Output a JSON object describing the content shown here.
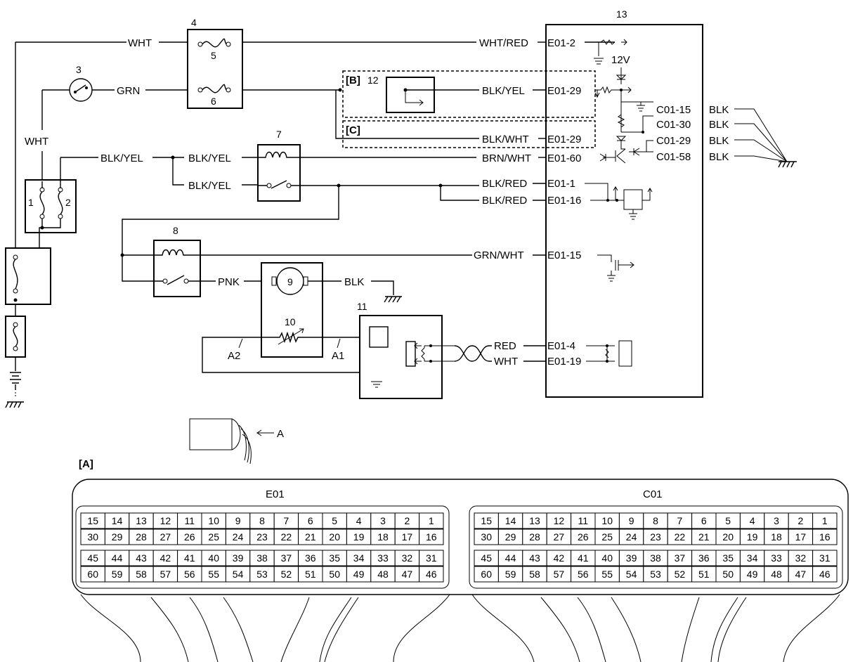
{
  "diagram": {
    "components": {
      "c1": "1",
      "c2": "2",
      "c3": "3",
      "c4": "4",
      "c5": "5",
      "c6": "6",
      "c7": "7",
      "c8": "8",
      "c9": "9",
      "c10": "10",
      "c11": "11",
      "c12": "12",
      "c13": "13"
    },
    "regions": {
      "b": "[B]",
      "c": "[C]",
      "a": "[A]"
    },
    "voltage": "12V",
    "connector_pointer": "A",
    "wires": {
      "wht_top": "WHT",
      "grn": "GRN",
      "wht_left": "WHT",
      "blk_yel_1": "BLK/YEL",
      "blk_yel_2": "BLK/YEL",
      "blk_yel_3": "BLK/YEL",
      "wht_red": "WHT/RED",
      "blk_yel_4": "BLK/YEL",
      "blk_wht": "BLK/WHT",
      "brn_wht": "BRN/WHT",
      "blk_red_1": "BLK/RED",
      "blk_red_2": "BLK/RED",
      "grn_wht": "GRN/WHT",
      "pnk": "PNK",
      "blk_motor": "BLK",
      "red": "RED",
      "wht_sensor": "WHT",
      "a1": "A1",
      "a2": "A2"
    },
    "pins": {
      "e01_2": "E01-2",
      "e01_29a": "E01-29",
      "e01_29b": "E01-29",
      "e01_60": "E01-60",
      "e01_1": "E01-1",
      "e01_16": "E01-16",
      "e01_15": "E01-15",
      "e01_4": "E01-4",
      "e01_19": "E01-19",
      "c01_15": "C01-15",
      "c01_30": "C01-30",
      "c01_29": "C01-29",
      "c01_58": "C01-58"
    },
    "grounds": {
      "g1": "BLK",
      "g2": "BLK",
      "g3": "BLK",
      "g4": "BLK"
    }
  },
  "connector_view": {
    "left_title": "E01",
    "right_title": "C01",
    "rows": [
      [
        "15",
        "14",
        "13",
        "12",
        "11",
        "10",
        "9",
        "8",
        "7",
        "6",
        "5",
        "4",
        "3",
        "2",
        "1"
      ],
      [
        "30",
        "29",
        "28",
        "27",
        "26",
        "25",
        "24",
        "23",
        "22",
        "21",
        "20",
        "19",
        "18",
        "17",
        "16"
      ],
      [
        "45",
        "44",
        "43",
        "42",
        "41",
        "40",
        "39",
        "38",
        "37",
        "36",
        "35",
        "34",
        "33",
        "32",
        "31"
      ],
      [
        "60",
        "59",
        "58",
        "57",
        "56",
        "55",
        "54",
        "53",
        "52",
        "51",
        "50",
        "49",
        "48",
        "47",
        "46"
      ]
    ]
  }
}
